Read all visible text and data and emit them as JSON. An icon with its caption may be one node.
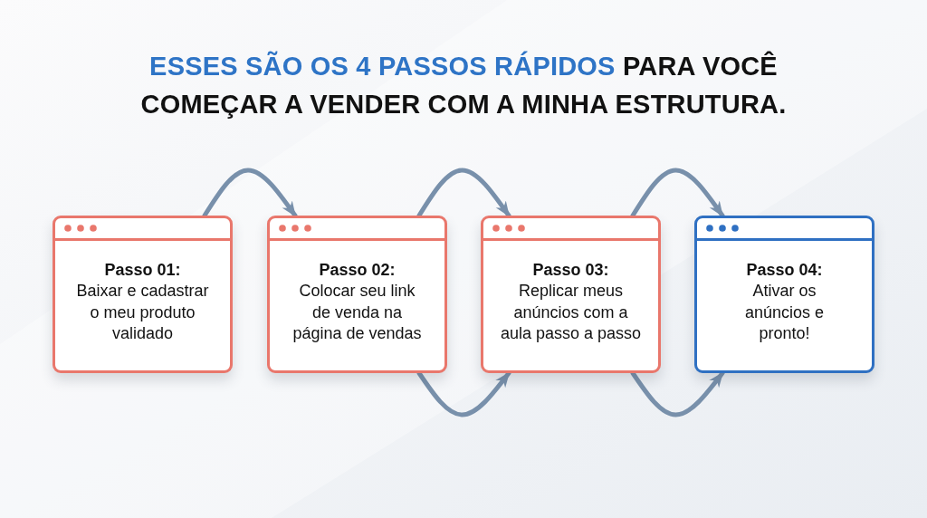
{
  "diagram": {
    "title": "**ESSES SÃO OS 4 PASSOS RÁPIDOS** PARA VOCÊ COMEÇAR A VENDER COM A MINHA ESTRUTURA.",
    "nodes": [
      {
        "text": [
          "Passo 01:",
          "Baixar e cadastrar o meu produto validado"
        ]
      },
      {
        "text": [
          "Passo 02:",
          "Colocar seu link de venda na página de vendas"
        ]
      },
      {
        "text": [
          "Passo 03:",
          "Replicar meus anúncios com a aula passo a passo"
        ]
      },
      {
        "text": [
          "Passo 04:",
          "Ativar os anúncios e pronto!"
        ]
      }
    ],
    "edges": [
      {
        "from": 0,
        "to": 1,
        "arrow": "to"
      },
      {
        "from": 1,
        "to": 2,
        "arrow": "to"
      },
      {
        "from": 2,
        "to": 3,
        "arrow": "to"
      },
      {
        "from": 1,
        "to": 2,
        "arrow": "to"
      },
      {
        "from": 2,
        "to": 3,
        "arrow": "to"
      }
    ]
  }
}
